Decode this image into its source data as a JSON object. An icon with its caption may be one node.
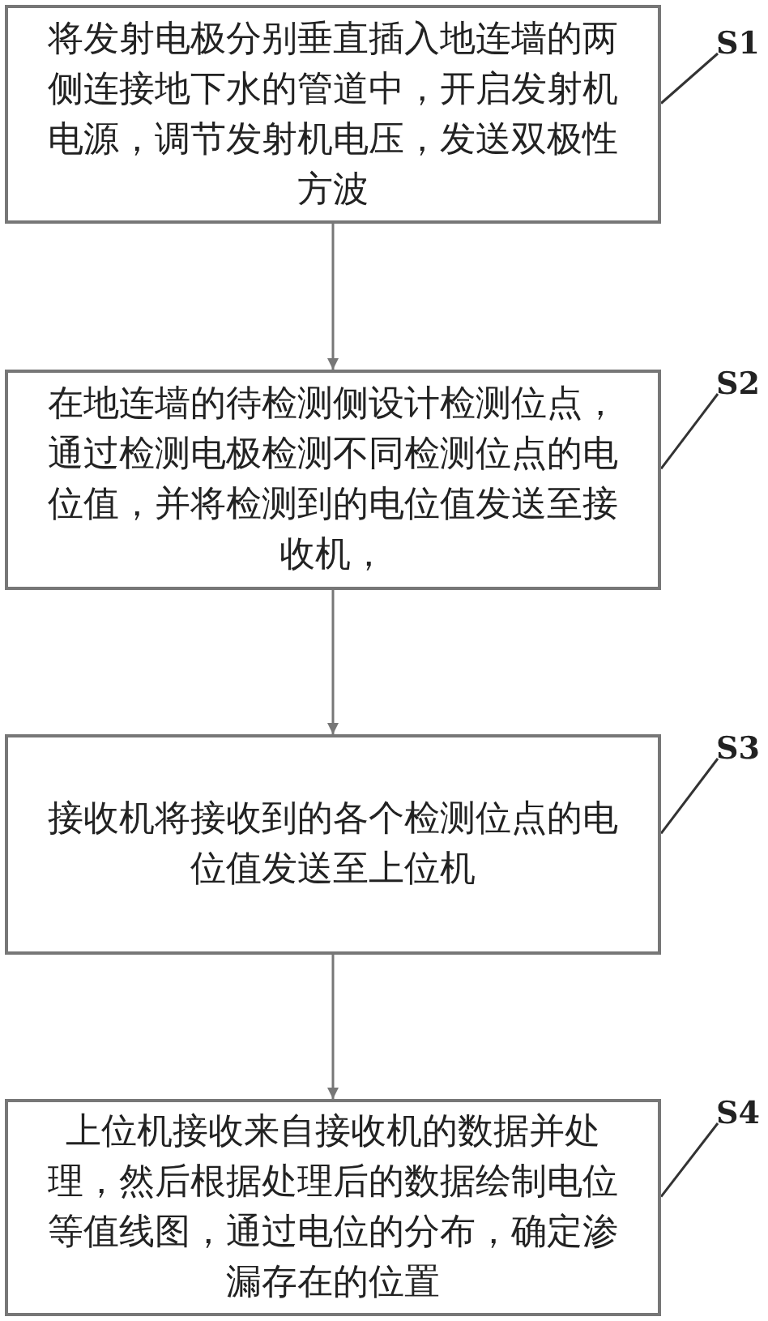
{
  "diagram": {
    "nodes": [
      {
        "text": [
          "将发射电极分别垂直插入地连墙的两侧连接地下水的管道中，开启发射机电源，调节发射机电压，发送双极性方波"
        ]
      },
      {
        "text": [
          "在地连墙的待检测侧设计检测位点，通过检测电极检测不同检测位点的电位值，并将检测到的电位值发送至接收机，"
        ]
      },
      {
        "text": [
          "接收机将接收到的各个检测位点的电位值发送至上位机"
        ]
      },
      {
        "text": [
          "上位机接收来自接收机的数据并处理，然后根据处理后的数据绘制电位等值线图，通过电位的分布，确定渗漏存在的位置"
        ]
      },
      {
        "text": [
          "S1"
        ]
      },
      {
        "text": [
          "S2"
        ]
      },
      {
        "text": [
          "S3"
        ]
      },
      {
        "text": [
          "S4"
        ]
      }
    ],
    "edges": [
      {
        "from": 0,
        "to": 1,
        "arrow": "to"
      },
      {
        "from": 1,
        "to": 2,
        "arrow": "to"
      },
      {
        "from": 2,
        "to": 3,
        "arrow": "to"
      },
      {
        "from": 4,
        "to": 0,
        "arrow": "none"
      },
      {
        "from": 5,
        "to": 1,
        "arrow": "none"
      },
      {
        "from": 6,
        "to": 2,
        "arrow": "none"
      },
      {
        "from": 7,
        "to": 3,
        "arrow": "none"
      }
    ]
  }
}
